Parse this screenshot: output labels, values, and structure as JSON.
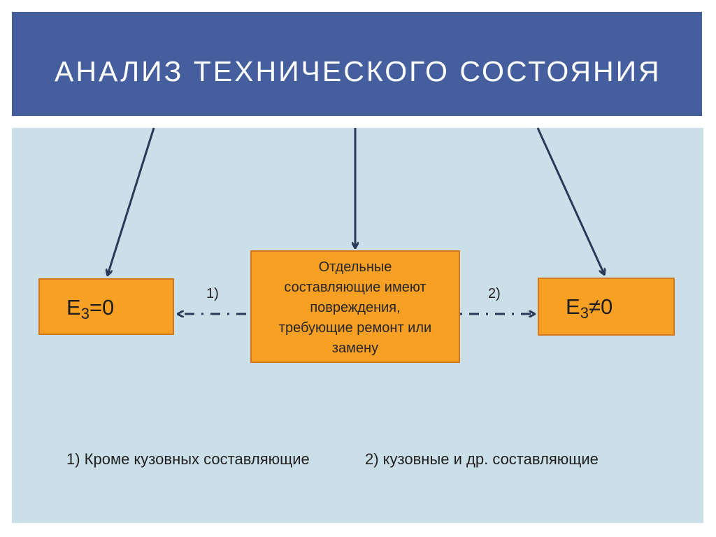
{
  "title": "АНАЛИЗ ТЕХНИЧЕСКОГО СОСТОЯНИЯ",
  "boxes": {
    "left": {
      "main": "E",
      "sub": "3",
      "rest": "=0"
    },
    "center": {
      "lines": [
        "Отдельные",
        "составляющие имеют",
        "повреждения,",
        "требующие ремонт или",
        "замену"
      ]
    },
    "right": {
      "main": "E",
      "sub": "3",
      "rest": "≠0"
    }
  },
  "connector_labels": {
    "left": "1)",
    "right": "2)"
  },
  "footnotes": {
    "first": "1) Кроме кузовных составляющие",
    "second": "2) кузовные и др. составляющие"
  },
  "colors": {
    "title_bar": "#455e9e",
    "content_background": "#cbdfe9",
    "box_fill": "#f7a024",
    "box_border": "#d1781a",
    "arrow": "#283a58"
  }
}
